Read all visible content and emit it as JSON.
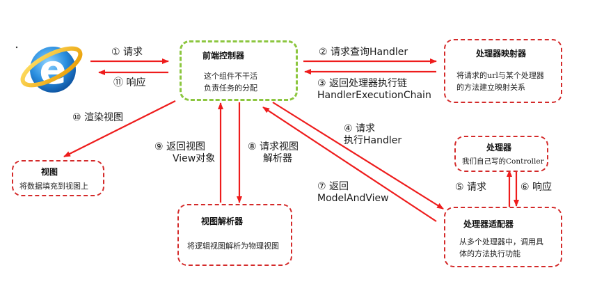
{
  "nodes": {
    "front_controller": {
      "title": "前端控制器",
      "desc": [
        "这个组件不干活",
        "负责任务的分配"
      ]
    },
    "handler_mapping": {
      "title": "处理器映射器",
      "desc": [
        "将请求的url与某个处理器",
        "的方法建立映射关系"
      ]
    },
    "handler": {
      "title": "处理器",
      "desc": [
        "我们自己写的Controller"
      ]
    },
    "handler_adapter": {
      "title": "处理器适配器",
      "desc": [
        "从多个处理器中，调用具",
        "体的方法执行功能"
      ]
    },
    "view_resolver": {
      "title": "视图解析器",
      "desc": [
        "将逻辑视图解析为物理视图"
      ]
    },
    "view": {
      "title": "视图",
      "desc": [
        "将数据填充到视图上"
      ]
    }
  },
  "steps": {
    "s1": [
      "① 请求"
    ],
    "s11": [
      "⑪ 响应"
    ],
    "s2": [
      "② 请求查询Handler"
    ],
    "s3": [
      "③ 返回处理器执行链",
      "HandlerExecutionChain"
    ],
    "s4": [
      "④ 请求",
      "执行Handler"
    ],
    "s5": [
      "⑤ 请求"
    ],
    "s6": [
      "⑥ 响应"
    ],
    "s7": [
      "⑦ 返回",
      "ModelAndView"
    ],
    "s8": [
      "⑧ 请求视图",
      "解析器"
    ],
    "s9": [
      "⑨ 返回视图",
      "View对象"
    ],
    "s10": [
      "⑩ 渲染视图"
    ]
  },
  "icon": "internet-explorer-icon",
  "colors": {
    "arrow": "#ee1c1c",
    "box_border": "#d42a2a",
    "front_border": "#8cc63f",
    "ie_blue": "#1e86d6",
    "ie_ring": "#f2b705"
  }
}
